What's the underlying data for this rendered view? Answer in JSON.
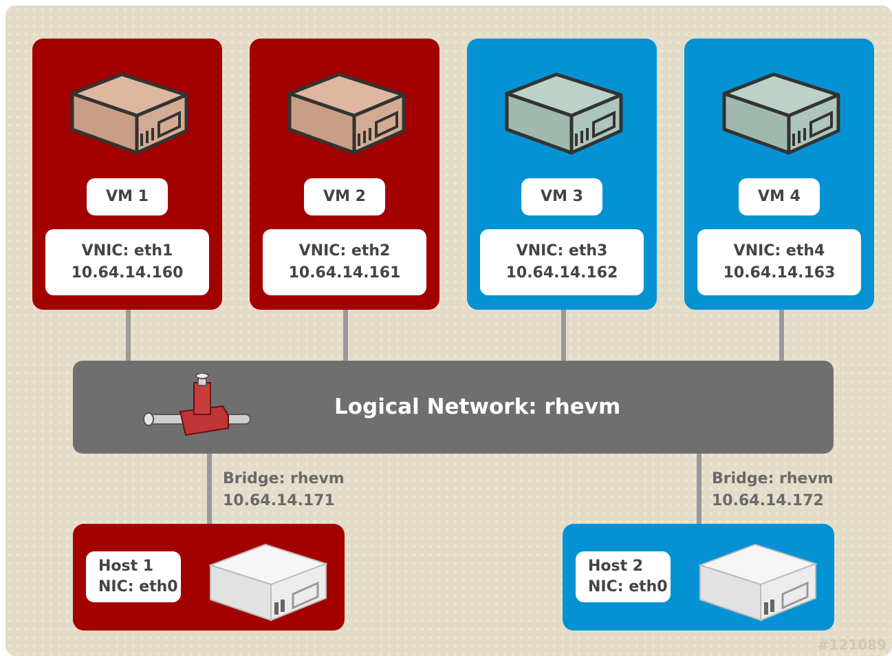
{
  "vms": [
    {
      "name": "VM 1",
      "vnic": "VNIC: eth1",
      "ip": "10.64.14.160",
      "color": "#a30000",
      "icon": "server-icon"
    },
    {
      "name": "VM 2",
      "vnic": "VNIC: eth2",
      "ip": "10.64.14.161",
      "color": "#a30000",
      "icon": "server-icon"
    },
    {
      "name": "VM 3",
      "vnic": "VNIC: eth3",
      "ip": "10.64.14.162",
      "color": "#0592d4",
      "icon": "server-icon"
    },
    {
      "name": "VM 4",
      "vnic": "VNIC: eth4",
      "ip": "10.64.14.163",
      "color": "#0592d4",
      "icon": "server-icon"
    }
  ],
  "network": {
    "label": "Logical Network: rhevm",
    "icon": "network-tap-icon",
    "color": "#6f6f6f"
  },
  "bridges": [
    {
      "name": "Bridge: rhevm",
      "ip": "10.64.14.171"
    },
    {
      "name": "Bridge: rhevm",
      "ip": "10.64.14.172"
    }
  ],
  "hosts": [
    {
      "name": "Host 1",
      "nic": "NIC: eth0",
      "color": "#a30000",
      "icon": "host-server-icon"
    },
    {
      "name": "Host 2",
      "nic": "NIC: eth0",
      "color": "#0592d4",
      "icon": "host-server-icon"
    }
  ],
  "watermark": "#121089",
  "colors": {
    "red": "#a30000",
    "blue": "#0592d4",
    "background": "#e3dcc8"
  }
}
